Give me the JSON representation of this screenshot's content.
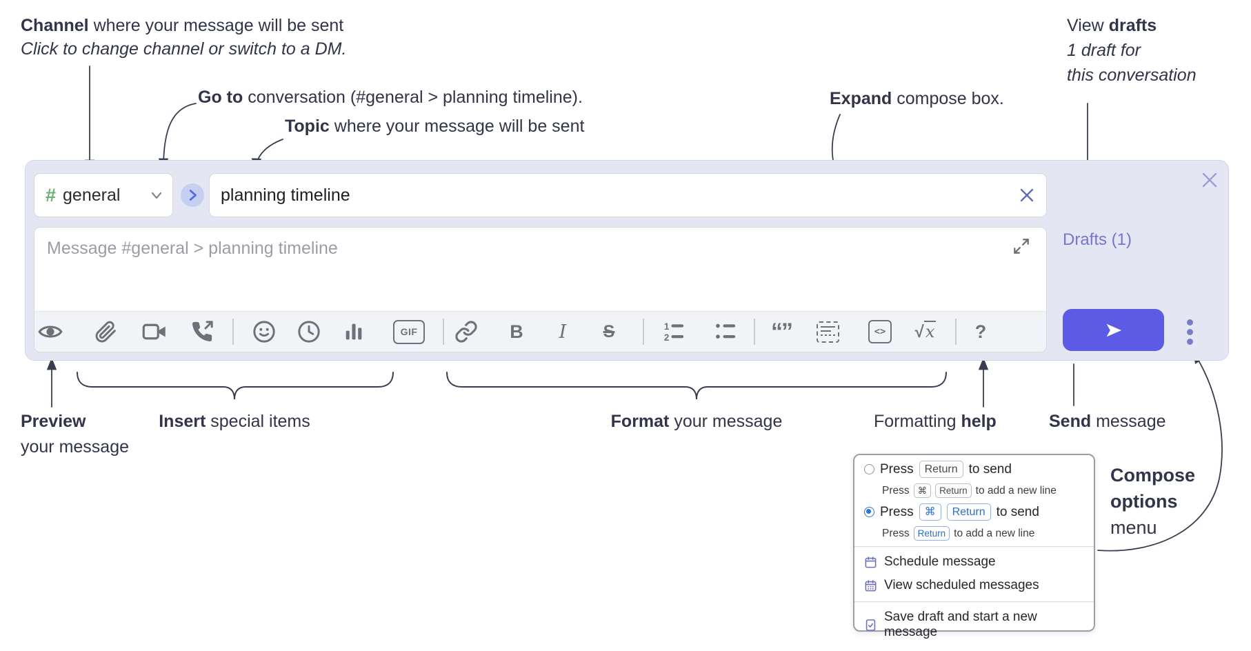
{
  "colors": {
    "lavender": "#e4e6f4",
    "send_button": "#5b5be6",
    "drafts_link": "#7378cc",
    "hash_green": "#67b36d",
    "key_blue": "#2b6de0",
    "toolbar_icon": "#6e7278",
    "annotation_text": "#31344a"
  },
  "annotations": {
    "channel_line1_bold": "Channel",
    "channel_line1_rest": " where your message will be sent",
    "channel_line2": "Click to change channel or switch to a DM.",
    "goto_bold": "Go to",
    "goto_rest": " conversation (#general > planning timeline).",
    "topic_bold": "Topic",
    "topic_rest": " where your message will be sent",
    "expand_bold": "Expand",
    "expand_rest": " compose box.",
    "drafts_line1_pre": "View ",
    "drafts_line1_bold": "drafts",
    "drafts_line2": "1 draft for",
    "drafts_line3": "this conversation",
    "preview_bold": "Preview",
    "preview_line2": "your message",
    "insert_bold": "Insert",
    "insert_rest": " special items",
    "format_bold": "Format",
    "format_rest": " your message",
    "help_pre": "Formatting ",
    "help_bold": "help",
    "send_bold": "Send",
    "send_rest": " message",
    "compose_opts_line1": "Compose",
    "compose_opts_line2": "options",
    "compose_opts_line3": "menu"
  },
  "compose": {
    "channel_hash": "#",
    "channel_name": "general",
    "topic_value": "planning timeline",
    "message_placeholder": "Message #general > planning timeline",
    "drafts_label": "Drafts (1)"
  },
  "toolbar_glyphs": {
    "gif": "GIF",
    "bold": "B",
    "italic": "I",
    "strike": "S",
    "num1": "1",
    "num2": "2",
    "quote": "“”",
    "code": "<>",
    "sqrt": "√",
    "sqrt_x": "x",
    "help": "?"
  },
  "popup": {
    "opt1_press": "Press",
    "opt1_key": "Return",
    "opt1_suffix": "to send",
    "opt1_sub_press": "Press",
    "opt1_sub_key1": "⌘",
    "opt1_sub_key2": "Return",
    "opt1_sub_suffix": "to add a new line",
    "opt2_press": "Press",
    "opt2_key1": "⌘",
    "opt2_key2": "Return",
    "opt2_suffix": "to send",
    "opt2_sub_press": "Press",
    "opt2_sub_key": "Return",
    "opt2_sub_suffix": "to add a new line",
    "item_schedule": "Schedule message",
    "item_view_scheduled": "View scheduled messages",
    "item_save_draft": "Save draft and start a new message"
  }
}
